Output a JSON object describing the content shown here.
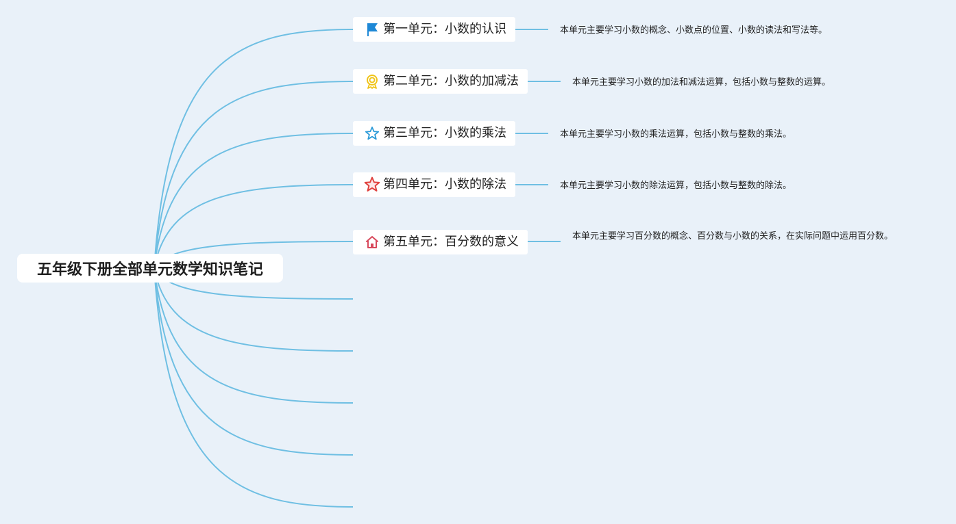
{
  "root": {
    "title": "五年级下册全部单元数学知识笔记"
  },
  "topics": [
    {
      "label": "第一单元：小数的认识",
      "icon": "flag-icon",
      "note": "本单元主要学习小数的概念、小数点的位置、小数的读法和写法等。"
    },
    {
      "label": "第二单元：小数的加减法",
      "icon": "medal-icon",
      "note": "本单元主要学习小数的加法和减法运算，包括小数与整数的运算。"
    },
    {
      "label": "第三单元：小数的乘法",
      "icon": "star-outline-icon",
      "note": "本单元主要学习小数的乘法运算，包括小数与整数的乘法。"
    },
    {
      "label": "第四单元：小数的除法",
      "icon": "star-red-icon",
      "note": "本单元主要学习小数的除法运算，包括小数与整数的除法。"
    },
    {
      "label": "第五单元：百分数的意义",
      "icon": "house-icon",
      "note": "本单元主要学习百分数的概念、百分数与小数的关系，在实际问题中运用百分数。"
    }
  ],
  "colors": {
    "background": "#e9f1f9",
    "branch": "#6fbfe3",
    "flag": "#1e88d6",
    "medal": "#f0c419",
    "star_outline": "#2c9bd8",
    "star_red": "#e0413e",
    "house": "#d8485b"
  }
}
